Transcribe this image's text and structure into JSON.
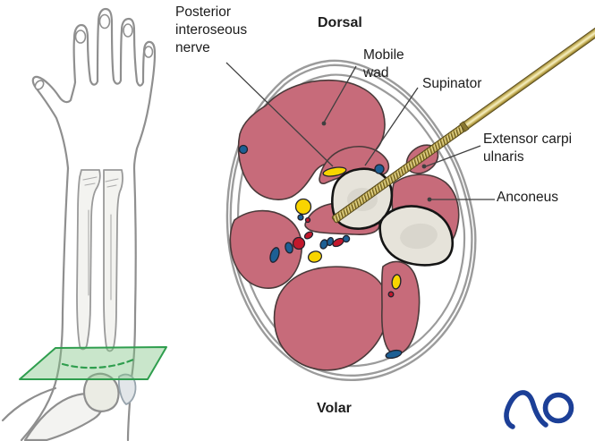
{
  "figure": {
    "labels": {
      "posterior_interosseous_nerve": "Posterior interoseous nerve",
      "dorsal": "Dorsal",
      "mobile_wad": "Mobile wad",
      "supinator": "Supinator",
      "extensor_carpi_ulnaris": "Extensor carpi ulnaris",
      "anconeus": "Anconeus",
      "volar": "Volar"
    },
    "logo": {
      "text": "AO",
      "color": "#1c3f97"
    },
    "colors": {
      "muscle": "#c76b7a",
      "fat": "#f2e4b3",
      "bone": "#e6e3da",
      "bone_inner": "#d6d3ca",
      "nerve": "#f8d400",
      "artery": "#c2182c",
      "vein": "#1d5f94",
      "plane": "#2f9e4e",
      "plane_fill": "rgba(126,196,132,0.42)",
      "outline": "#8f8f8f",
      "skin_line": "#9b9b9b",
      "leader": "#3f3f3f",
      "logo": "#1c3f97",
      "pin_dark": "#6f5e1f",
      "pin_light": "#f7f0c2",
      "pin_mid": "#c8b257"
    }
  }
}
